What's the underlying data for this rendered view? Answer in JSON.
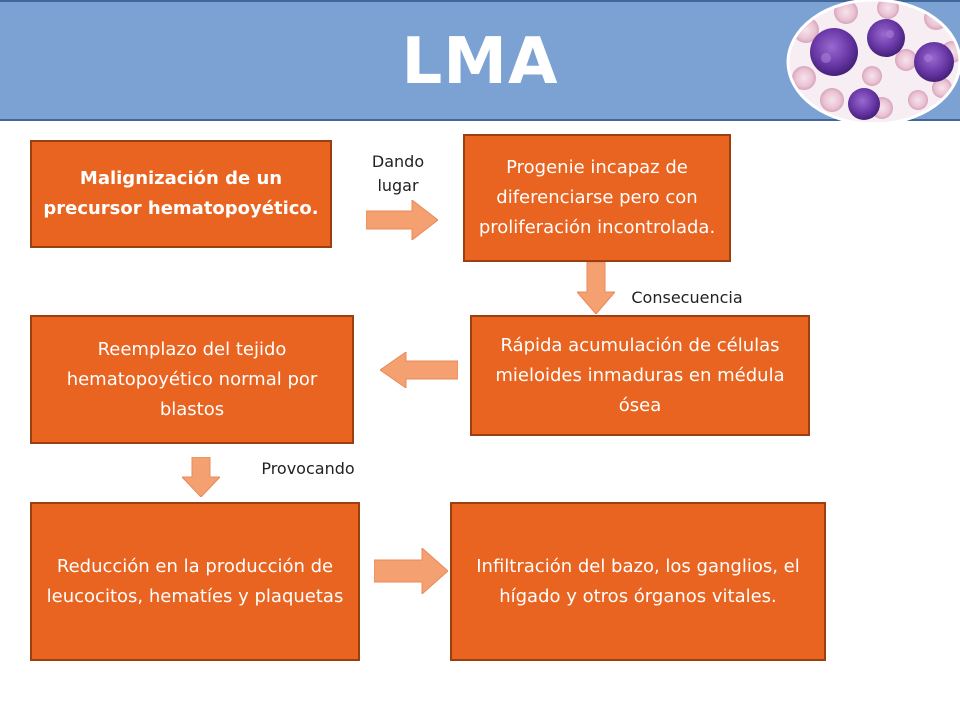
{
  "header": {
    "title": "LMA",
    "background_color": "#7ca1d3",
    "image_icon": "blood-cells-micrograph-icon"
  },
  "colors": {
    "box_fill": "#e86420",
    "box_border": "#9c3f10",
    "arrow_fill": "#f4a070",
    "text_on_box": "#ffffff"
  },
  "boxes": {
    "box1": "Malignización de un precursor hematopoyético.",
    "box2": "Progenie incapaz de diferenciarse  pero con proliferación incontrolada.",
    "box3": "Rápida acumulación de células mieloides  inmaduras en médula ósea",
    "box4": "Reemplazo del tejido hematopoyético normal por blastos",
    "box5": "Reducción en la producción de leucocitos, hematíes y plaquetas",
    "box6": "Infiltración del bazo, los ganglios, el hígado y otros órganos vitales."
  },
  "connectors": {
    "label1": "Dando lugar",
    "label2": "Consecuencia",
    "label3": "Provocando"
  }
}
